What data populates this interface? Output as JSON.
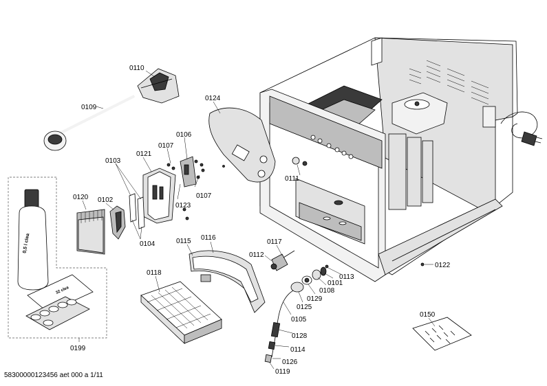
{
  "footer": {
    "doc_id": "58300000123456 aet 000 a 1/11"
  },
  "parts": {
    "p0101": "0101",
    "p0102": "0102",
    "p0103": "0103",
    "p0104": "0104",
    "p0105": "0105",
    "p0106": "0106",
    "p0107a": "0107",
    "p0107b": "0107",
    "p0108": "0108",
    "p0109": "0109",
    "p0110": "0110",
    "p0111": "0111",
    "p0112": "0112",
    "p0113": "0113",
    "p0114": "0114",
    "p0115": "0115",
    "p0116": "0116",
    "p0117": "0117",
    "p0118": "0118",
    "p0119": "0119",
    "p0120": "0120",
    "p0121": "0121",
    "p0122": "0122",
    "p0123": "0123",
    "p0124": "0124",
    "p0125": "0125",
    "p0126": "0126",
    "p0128": "0128",
    "p0129": "0129",
    "p0150": "0150",
    "p0199": "0199"
  },
  "product_text": {
    "bottle": "0,5 l clea",
    "tablet_pack": "32 clea"
  }
}
